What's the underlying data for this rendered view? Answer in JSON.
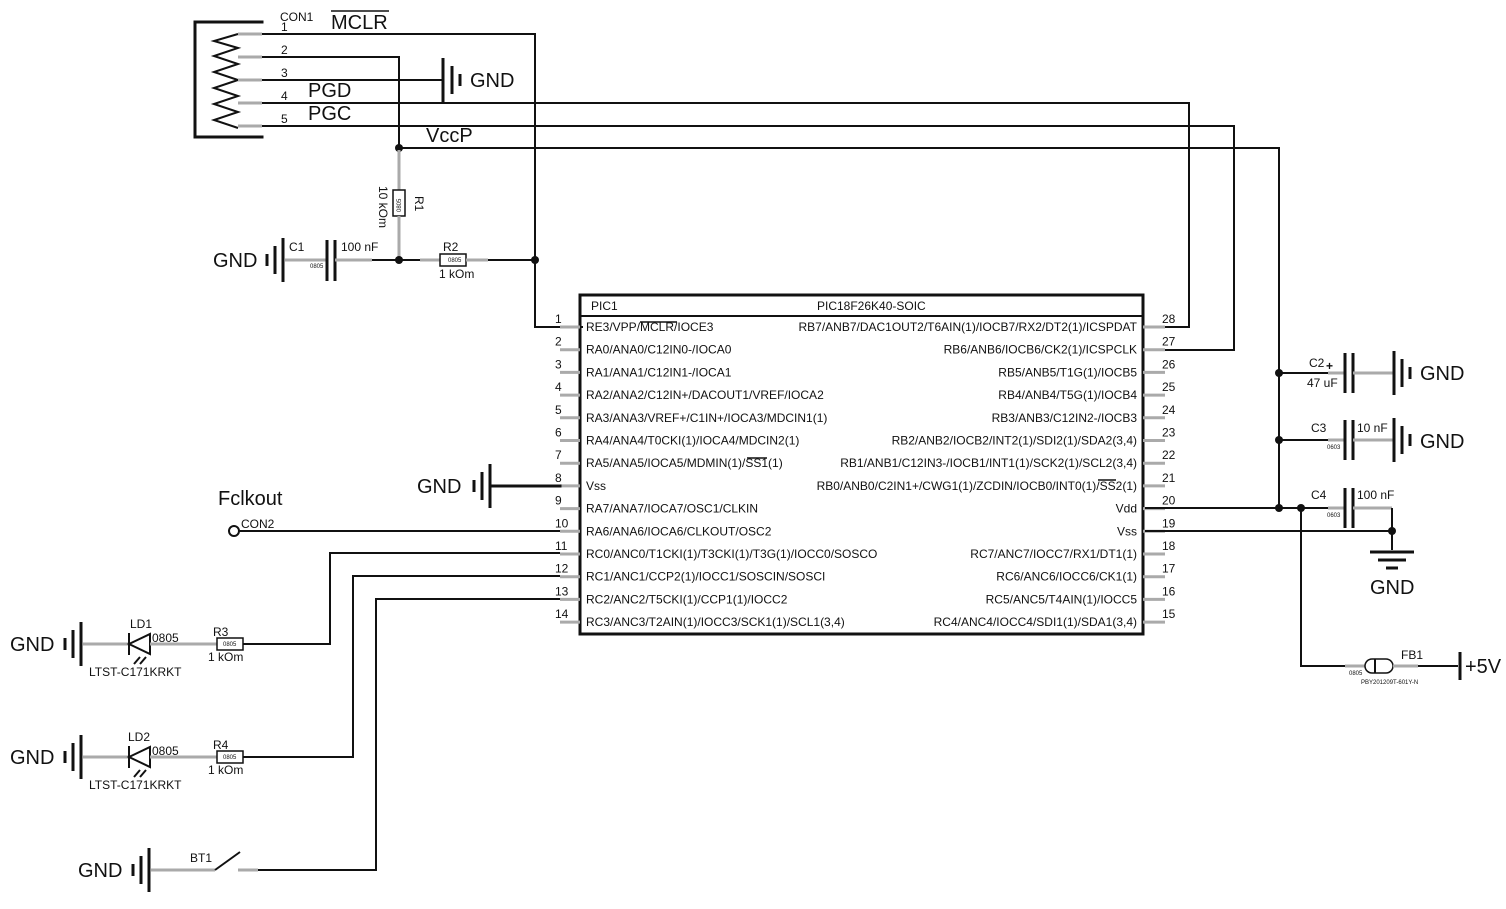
{
  "connector": {
    "ref": "CON1",
    "pins": [
      "1",
      "2",
      "3",
      "4",
      "5"
    ],
    "mclr_label": "MCLR",
    "pgd_label": "PGD",
    "pgc_label": "PGC",
    "gnd_label": "GND"
  },
  "net": {
    "vccp": "VccP"
  },
  "r1": {
    "ref": "R1",
    "value": "10 kOm",
    "package": "0805"
  },
  "r2": {
    "ref": "R2",
    "value": "1 kOm",
    "package": "0805"
  },
  "c1": {
    "ref": "C1",
    "value": "100 nF",
    "package": "0805",
    "gnd": "GND"
  },
  "mcu": {
    "ref": "PIC1",
    "part": "PIC18F26K40-SOIC",
    "left_pins": [
      {
        "num": "1",
        "name": "RE3/VPP/MCLR/IOCE3"
      },
      {
        "num": "2",
        "name": "RA0/ANA0/C12IN0-/IOCA0"
      },
      {
        "num": "3",
        "name": "RA1/ANA1/C12IN1-/IOCA1"
      },
      {
        "num": "4",
        "name": "RA2/ANA2/C12IN+/DACOUT1/VREF/IOCA2"
      },
      {
        "num": "5",
        "name": "RA3/ANA3/VREF+/C1IN+/IOCA3/MDCIN1(1)"
      },
      {
        "num": "6",
        "name": "RA4/ANA4/T0CKI(1)/IOCA4/MDCIN2(1)"
      },
      {
        "num": "7",
        "name": "RA5/ANA5/IOCA5/MDMIN(1)/SS1(1)"
      },
      {
        "num": "8",
        "name": "Vss"
      },
      {
        "num": "9",
        "name": "RA7/ANA7/IOCA7/OSC1/CLKIN"
      },
      {
        "num": "10",
        "name": "RA6/ANA6/IOCA6/CLKOUT/OSC2"
      },
      {
        "num": "11",
        "name": "RC0/ANC0/T1CKI(1)/T3CKI(1)/T3G(1)/IOCC0/SOSCO"
      },
      {
        "num": "12",
        "name": "RC1/ANC1/CCP2(1)/IOCC1/SOSCIN/SOSCI"
      },
      {
        "num": "13",
        "name": "RC2/ANC2/T5CKI(1)/CCP1(1)/IOCC2"
      },
      {
        "num": "14",
        "name": "RC3/ANC3/T2AIN(1)/IOCC3/SCK1(1)/SCL1(3,4)"
      }
    ],
    "right_pins": [
      {
        "num": "28",
        "name": "RB7/ANB7/DAC1OUT2/T6AIN(1)/IOCB7/RX2/DT2(1)/ICSPDAT"
      },
      {
        "num": "27",
        "name": "RB6/ANB6/IOCB6/CK2(1)/ICSPCLK"
      },
      {
        "num": "26",
        "name": "RB5/ANB5/T1G(1)/IOCB5"
      },
      {
        "num": "25",
        "name": "RB4/ANB4/T5G(1)/IOCB4"
      },
      {
        "num": "24",
        "name": "RB3/ANB3/C12IN2-/IOCB3"
      },
      {
        "num": "23",
        "name": "RB2/ANB2/IOCB2/INT2(1)/SDI2(1)/SDA2(3,4)"
      },
      {
        "num": "22",
        "name": "RB1/ANB1/C12IN3-/IOCB1/INT1(1)/SCK2(1)/SCL2(3,4)"
      },
      {
        "num": "21",
        "name": "RB0/ANB0/C2IN1+/CWG1(1)/ZCDIN/IOCB0/INT0(1)/SS2(1)"
      },
      {
        "num": "20",
        "name": "Vdd"
      },
      {
        "num": "19",
        "name": "Vss"
      },
      {
        "num": "18",
        "name": "RC7/ANC7/IOCC7/RX1/DT1(1)"
      },
      {
        "num": "17",
        "name": "RC6/ANC6/IOCC6/CK1(1)"
      },
      {
        "num": "16",
        "name": "RC5/ANC5/T4AIN(1)/IOCC5"
      },
      {
        "num": "15",
        "name": "RC4/ANC4/IOCC4/SDI1(1)/SDA1(3,4)"
      }
    ],
    "vss_gnd": "GND"
  },
  "fclk": {
    "label": "Fclkout",
    "ref": "CON2"
  },
  "ld1": {
    "ref": "LD1",
    "package": "0805",
    "part": "LTST-C171KRKT",
    "gnd": "GND"
  },
  "r3": {
    "ref": "R3",
    "value": "1 kOm",
    "package": "0805"
  },
  "ld2": {
    "ref": "LD2",
    "package": "0805",
    "part": "LTST-C171KRKT",
    "gnd": "GND"
  },
  "r4": {
    "ref": "R4",
    "value": "1 kOm",
    "package": "0805"
  },
  "bt1": {
    "ref": "BT1",
    "gnd": "GND"
  },
  "c2": {
    "ref": "C2",
    "value": "47 uF",
    "gnd": "GND"
  },
  "c3": {
    "ref": "C3",
    "value": "10 nF",
    "package": "0603",
    "gnd": "GND"
  },
  "c4": {
    "ref": "C4",
    "value": "100 nF",
    "package": "0603"
  },
  "vss_gnd": "GND",
  "fb1": {
    "ref": "FB1",
    "package": "0805",
    "part": "PBY201209T-601Y-N",
    "supply": "+5V"
  }
}
